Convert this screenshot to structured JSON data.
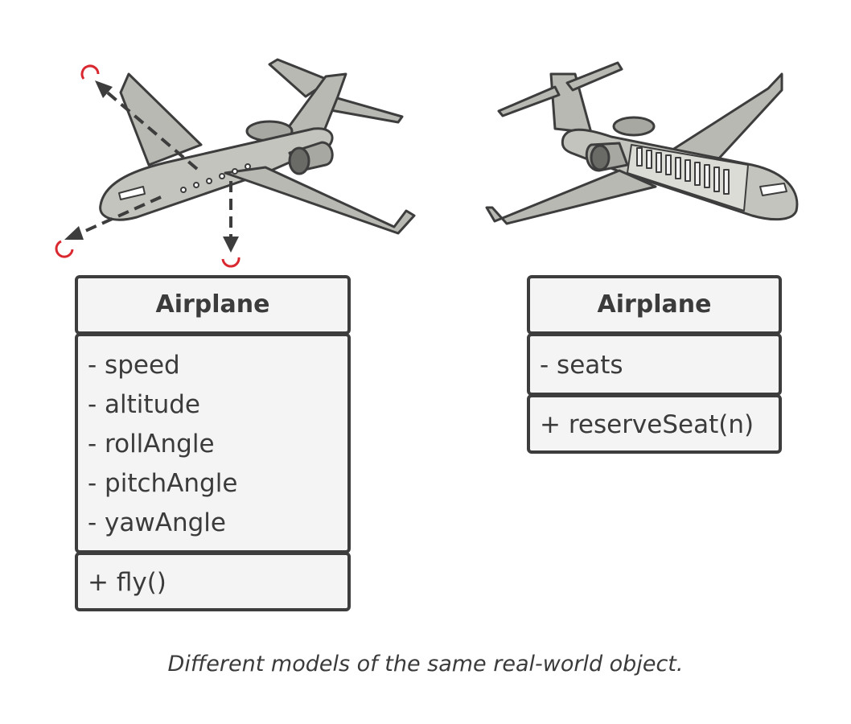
{
  "left_class": {
    "name": "Airplane",
    "attributes": [
      "- speed",
      "- altitude",
      "- rollAngle",
      "- pitchAngle",
      "- yawAngle"
    ],
    "methods": [
      "+ fly()"
    ]
  },
  "right_class": {
    "name": "Airplane",
    "attributes": [
      "- seats"
    ],
    "methods": [
      "+ reserveSeat(n)"
    ]
  },
  "caption": "Different models of the same real-world object.",
  "colors": {
    "plane_fill": "#b9b9b3",
    "outline": "#3d3d3d",
    "rotation_marker": "#d9282f",
    "box_fill": "#f4f4f4"
  }
}
